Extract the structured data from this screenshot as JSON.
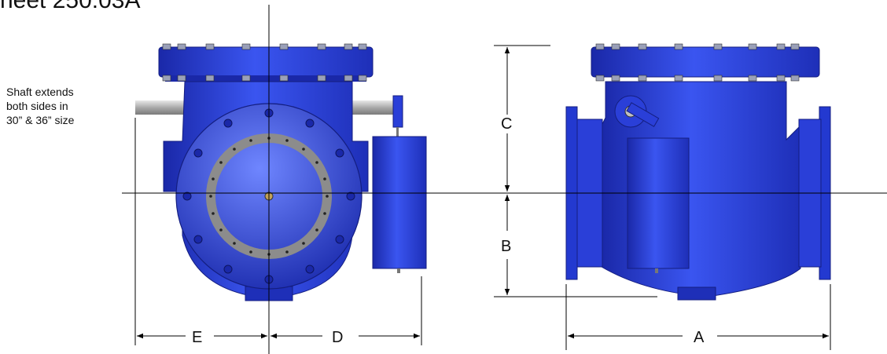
{
  "title": "heet 250:03A",
  "note_lines": [
    "Shaft extends",
    "both sides in",
    "30” & 36” size"
  ],
  "dimensions": {
    "A": "A",
    "B": "B",
    "C": "C",
    "D": "D",
    "E": "E"
  },
  "colors": {
    "valve_blue": "#2a3fd8",
    "valve_dark": "#1a28a8",
    "valve_light": "#5f78ff",
    "shaft": "#b9b9b9",
    "seat_ring": "#8c8c8c",
    "line": "#000000"
  }
}
